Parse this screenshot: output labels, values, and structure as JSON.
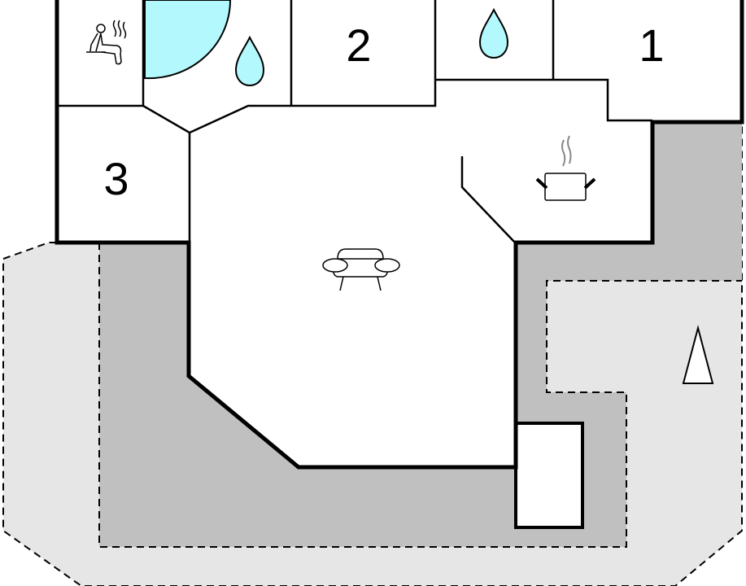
{
  "rooms": {
    "bedroom_1": {
      "label": "1"
    },
    "bedroom_2": {
      "label": "2"
    },
    "bedroom_3": {
      "label": "3"
    }
  },
  "icons": [
    "sauna-icon",
    "pool-icon",
    "water-drop-icon",
    "sofa-icon",
    "cooking-pot-icon",
    "north-arrow-icon"
  ],
  "colors": {
    "water": "#b3f8fc",
    "terrace": "#c0c0c0",
    "garden": "#e6e6e6",
    "wall": "#000000"
  }
}
